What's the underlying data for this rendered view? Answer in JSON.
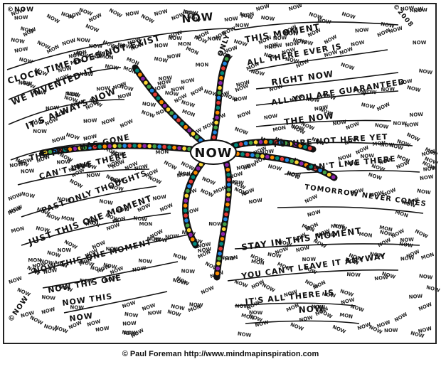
{
  "center_label": "NOW",
  "corner_top_left": "©NOW",
  "corner_bottom_left": "©NOW",
  "corner_top_right": "©2008",
  "filler_word": "NOW",
  "filler_word_mirrored": "MON",
  "labels": {
    "clock_time": "CLOCK TIME DOES NOT EXIST",
    "we_invented": "WE INVENTED IT",
    "always_now": "IT'S ALWAYS NOW",
    "past_gone": "THE PAST HAS GONE",
    "cant_live_left": "CAN'T LIVE THERE",
    "past_thoughts": "PAST ONLY THOUGHTS",
    "just_this": "JUST THIS ONE MOMENT",
    "now_this_one_moment": "NOW THIS ONE MOMENT",
    "now_this_one": "NOW THIS ONE",
    "now_this": "NOW THIS",
    "now_bottom_left": "NOW",
    "only": "ONLY",
    "this_moment": "THIS MOMENT",
    "all_there": "ALL THERE EVER IS",
    "right_now": "RIGHT NOW",
    "guaranteed": "ALL YOU ARE GUARANTEED",
    "the_now": "THE NOW",
    "future": "FUTURE NOT HERE YET",
    "cant_live_right": "CAN'T LIVE THERE",
    "tomorrow": "TOMORROW NEVER COMES",
    "stay": "STAY IN THIS MOMENT",
    "cant_leave": "YOU CAN'T LEAVE IT ANYWAY",
    "all_there_is": "IT'S ALL THERE IS",
    "now_bottom_right": "NOW",
    "now_top": "NOW"
  },
  "footer": "© Paul Foreman http://www.mindmapinspiration.com",
  "colors": {
    "ink": "#111111",
    "dot_palette": [
      "#e53935",
      "#1e88e5",
      "#43a047",
      "#fdd835",
      "#8e24aa",
      "#fb8c00",
      "#00897b"
    ]
  }
}
